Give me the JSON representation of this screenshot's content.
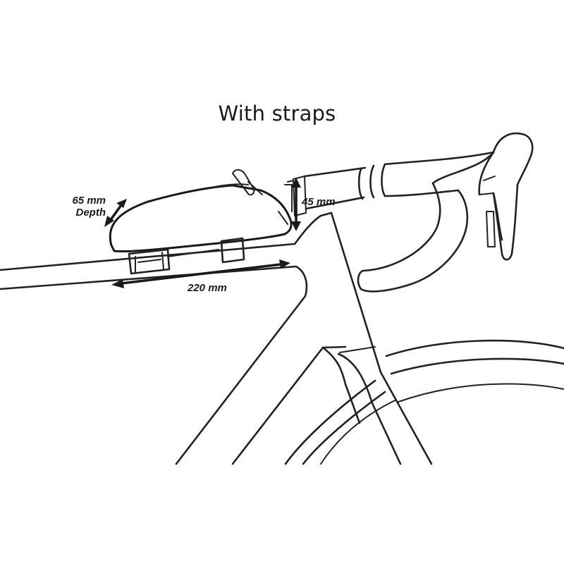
{
  "diagram": {
    "title": "With straps",
    "dimensions": {
      "depth": {
        "value": "65 mm",
        "caption": "Depth"
      },
      "height": {
        "value": "45 mm"
      },
      "length": {
        "value": "220 mm"
      }
    }
  }
}
